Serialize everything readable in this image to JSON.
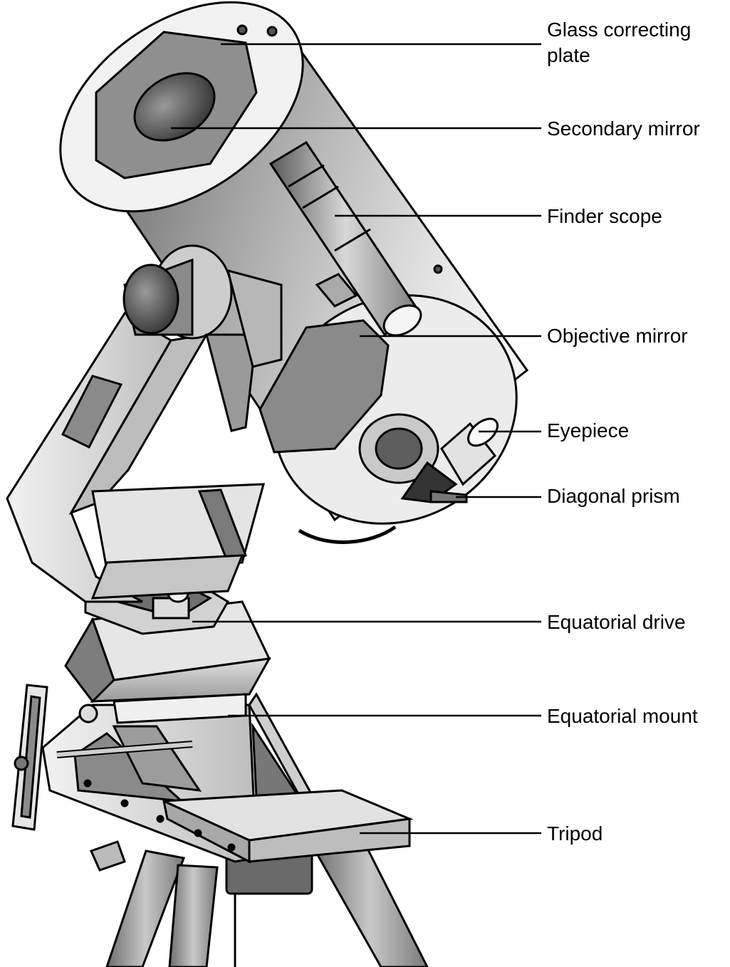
{
  "labels": {
    "glass_correcting_plate": "Glass correcting\nplate",
    "secondary_mirror": "Secondary mirror",
    "finder_scope": "Finder scope",
    "objective_mirror": "Objective mirror",
    "eyepiece": "Eyepiece",
    "diagonal_prism": "Diagonal prism",
    "equatorial_drive": "Equatorial drive",
    "equatorial_mount": "Equatorial mount",
    "tripod": "Tripod"
  },
  "colors": {
    "line": "#000000",
    "background": "#ffffff",
    "tube_dark": "#7a7a7a",
    "tube_light": "#e8e8e8"
  }
}
